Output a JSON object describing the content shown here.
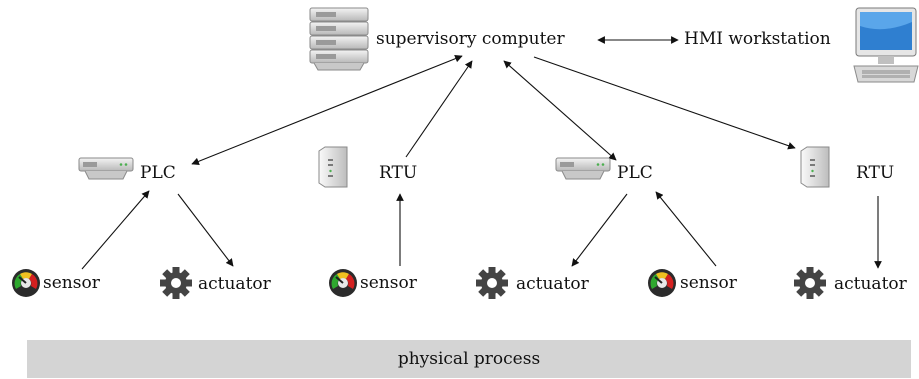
{
  "nodes": {
    "supervisory": "supervisory computer",
    "hmi": "HMI workstation",
    "plc1": "PLC",
    "rtu1": "RTU",
    "plc2": "PLC",
    "rtu2": "RTU",
    "sensor1": "sensor",
    "actuator1": "actuator",
    "sensor2": "sensor",
    "actuator2": "actuator",
    "sensor3": "sensor",
    "actuator3": "actuator"
  },
  "process_bar": "physical process",
  "icons": {
    "supervisory": "server-rack-icon",
    "hmi": "desktop-computer-icon",
    "plc": "rack-server-icon",
    "rtu": "tower-server-icon",
    "sensor": "gauge-icon",
    "actuator": "gear-icon"
  },
  "colors": {
    "process_bar": "#d4d4d4",
    "gauge_green": "#2ea82e",
    "gauge_yellow": "#f0c020",
    "gauge_red": "#d42020",
    "gear": "#444444"
  }
}
